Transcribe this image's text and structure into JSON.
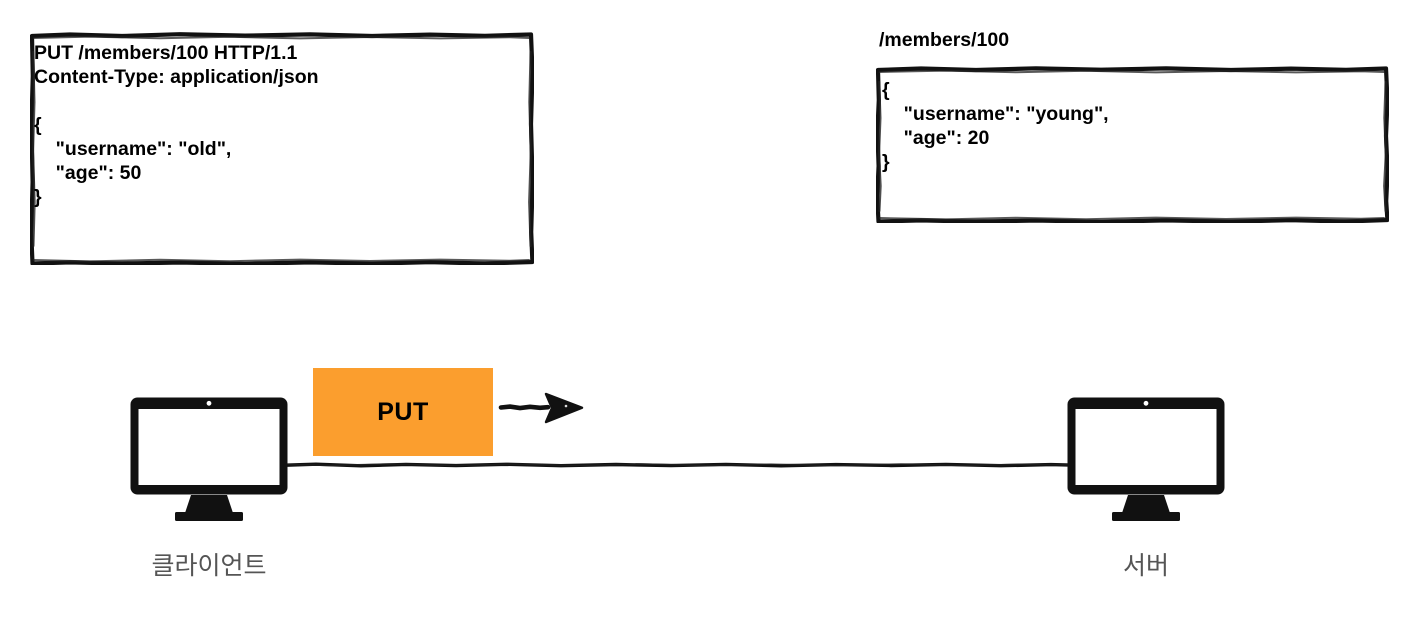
{
  "diagram": {
    "title": "HTTP PUT request from client to server",
    "background_color": "#ffffff"
  },
  "request_box": {
    "name": "http-request-message",
    "text": "PUT /members/100 HTTP/1.1\nContent-Type: application/json\n\n{\n    \"username\": \"old\",\n    \"age\": 50\n}",
    "lines": [
      "PUT /members/100 HTTP/1.1",
      "Content-Type: application/json",
      "",
      "{",
      "    \"username\": \"old\",",
      "    \"age\": 50",
      "}"
    ],
    "method": "PUT",
    "path": "/members/100",
    "http_version": "HTTP/1.1",
    "content_type": "application/json",
    "body": {
      "username": "old",
      "age": 50
    },
    "text_color": "#000000",
    "border_color": "#111111"
  },
  "resource_box": {
    "name": "server-resource-state",
    "path_label": "/members/100",
    "text": "{\n    \"username\": \"young\",\n    \"age\": 20\n}",
    "lines": [
      "{",
      "    \"username\": \"young\",",
      "    \"age\": 20",
      "}"
    ],
    "body": {
      "username": "young",
      "age": 20
    },
    "text_color": "#000000",
    "border_color": "#111111"
  },
  "badge": {
    "label": "PUT",
    "background_color": "#FB9E2E",
    "text_color": "#000000"
  },
  "arrow": {
    "name": "request-direction-arrow",
    "direction": "right",
    "color": "#111111"
  },
  "nodes": {
    "client": {
      "label": "클라이언트",
      "icon": "monitor-icon",
      "label_color": "#555555"
    },
    "server": {
      "label": "서버",
      "icon": "monitor-icon",
      "label_color": "#555555"
    }
  },
  "connection": {
    "name": "client-server-link",
    "style": "hand-drawn-line",
    "color": "#111111"
  }
}
